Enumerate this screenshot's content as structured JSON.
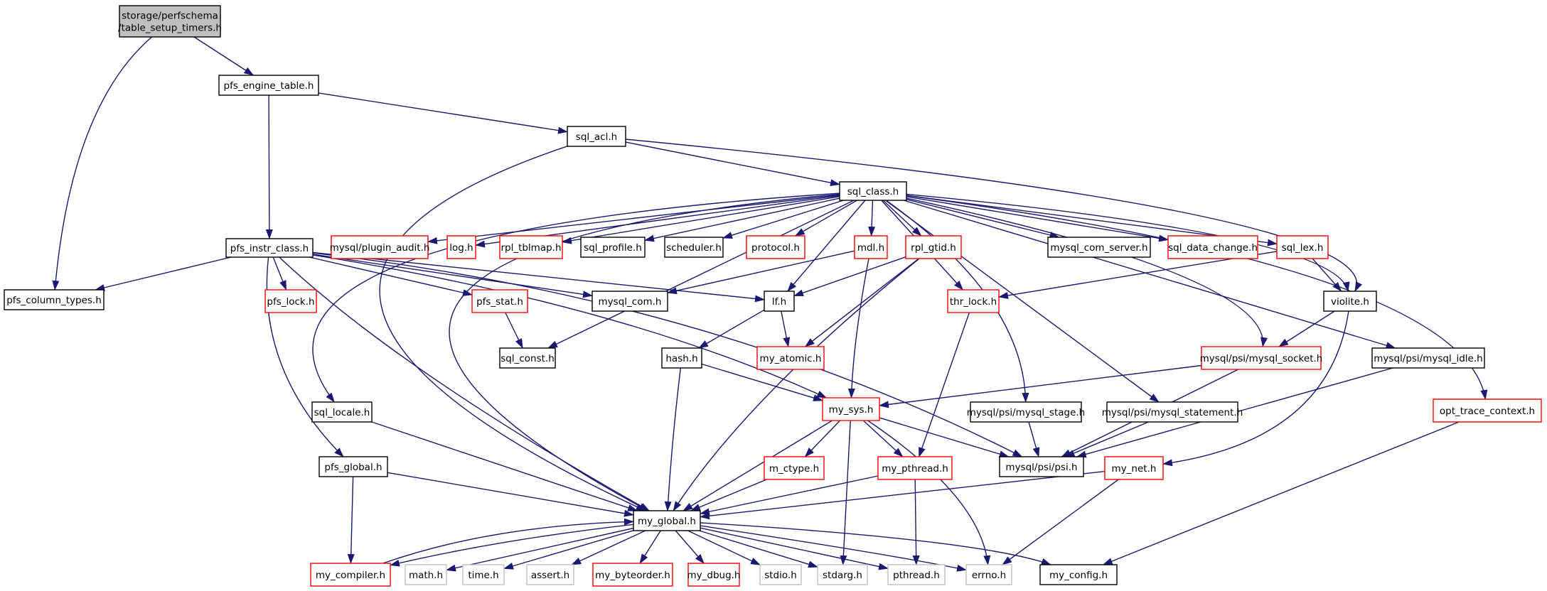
{
  "colors": {
    "edge": "#191970",
    "arrow": "#191970",
    "root_fill": "#bfbfbf",
    "border_normal": "#000000",
    "border_truncated": "#ff0000",
    "border_external": "#bfbfbf",
    "node_fill": "#ffffff"
  },
  "nodes": [
    {
      "id": "root",
      "lines": [
        "storage/perfschema",
        "/table_setup_timers.h"
      ],
      "style": "root"
    },
    {
      "id": "pfs_engine_table",
      "lines": [
        "pfs_engine_table.h"
      ],
      "style": "normal"
    },
    {
      "id": "sql_acl",
      "lines": [
        "sql_acl.h"
      ],
      "style": "normal"
    },
    {
      "id": "sql_class",
      "lines": [
        "sql_class.h"
      ],
      "style": "normal"
    },
    {
      "id": "pfs_instr_class",
      "lines": [
        "pfs_instr_class.h"
      ],
      "style": "normal"
    },
    {
      "id": "mysql_plugin_audit",
      "lines": [
        "mysql/plugin_audit.h"
      ],
      "style": "truncated"
    },
    {
      "id": "log",
      "lines": [
        "log.h"
      ],
      "style": "truncated"
    },
    {
      "id": "rpl_tblmap",
      "lines": [
        "rpl_tblmap.h"
      ],
      "style": "truncated"
    },
    {
      "id": "sql_profile",
      "lines": [
        "sql_profile.h"
      ],
      "style": "normal"
    },
    {
      "id": "scheduler",
      "lines": [
        "scheduler.h"
      ],
      "style": "normal"
    },
    {
      "id": "protocol",
      "lines": [
        "protocol.h"
      ],
      "style": "truncated"
    },
    {
      "id": "mdl",
      "lines": [
        "mdl.h"
      ],
      "style": "truncated"
    },
    {
      "id": "rpl_gtid",
      "lines": [
        "rpl_gtid.h"
      ],
      "style": "truncated"
    },
    {
      "id": "mysql_com_server",
      "lines": [
        "mysql_com_server.h"
      ],
      "style": "normal"
    },
    {
      "id": "sql_data_change",
      "lines": [
        "sql_data_change.h"
      ],
      "style": "truncated"
    },
    {
      "id": "sql_lex",
      "lines": [
        "sql_lex.h"
      ],
      "style": "truncated"
    },
    {
      "id": "pfs_column_types",
      "lines": [
        "pfs_column_types.h"
      ],
      "style": "normal"
    },
    {
      "id": "pfs_lock",
      "lines": [
        "pfs_lock.h"
      ],
      "style": "truncated"
    },
    {
      "id": "pfs_stat",
      "lines": [
        "pfs_stat.h"
      ],
      "style": "truncated"
    },
    {
      "id": "mysql_com",
      "lines": [
        "mysql_com.h"
      ],
      "style": "normal"
    },
    {
      "id": "lf",
      "lines": [
        "lf.h"
      ],
      "style": "normal"
    },
    {
      "id": "thr_lock",
      "lines": [
        "thr_lock.h"
      ],
      "style": "truncated"
    },
    {
      "id": "violite",
      "lines": [
        "violite.h"
      ],
      "style": "normal"
    },
    {
      "id": "sql_const",
      "lines": [
        "sql_const.h"
      ],
      "style": "normal"
    },
    {
      "id": "hash",
      "lines": [
        "hash.h"
      ],
      "style": "normal"
    },
    {
      "id": "my_atomic",
      "lines": [
        "my_atomic.h"
      ],
      "style": "truncated"
    },
    {
      "id": "mysql_psi_mysql_socket",
      "lines": [
        "mysql/psi/mysql_socket.h"
      ],
      "style": "truncated"
    },
    {
      "id": "mysql_psi_mysql_idle",
      "lines": [
        "mysql/psi/mysql_idle.h"
      ],
      "style": "normal"
    },
    {
      "id": "sql_locale",
      "lines": [
        "sql_locale.h"
      ],
      "style": "normal"
    },
    {
      "id": "my_sys",
      "lines": [
        "my_sys.h"
      ],
      "style": "truncated"
    },
    {
      "id": "mysql_psi_mysql_stage",
      "lines": [
        "mysql/psi/mysql_stage.h"
      ],
      "style": "normal"
    },
    {
      "id": "mysql_psi_mysql_statement",
      "lines": [
        "mysql/psi/mysql_statement.h"
      ],
      "style": "normal"
    },
    {
      "id": "opt_trace_context",
      "lines": [
        "opt_trace_context.h"
      ],
      "style": "truncated"
    },
    {
      "id": "pfs_global",
      "lines": [
        "pfs_global.h"
      ],
      "style": "normal"
    },
    {
      "id": "m_ctype",
      "lines": [
        "m_ctype.h"
      ],
      "style": "truncated"
    },
    {
      "id": "my_pthread",
      "lines": [
        "my_pthread.h"
      ],
      "style": "truncated"
    },
    {
      "id": "mysql_psi_psi",
      "lines": [
        "mysql/psi/psi.h"
      ],
      "style": "normal"
    },
    {
      "id": "my_net",
      "lines": [
        "my_net.h"
      ],
      "style": "truncated"
    },
    {
      "id": "my_global",
      "lines": [
        "my_global.h"
      ],
      "style": "normal"
    },
    {
      "id": "my_compiler",
      "lines": [
        "my_compiler.h"
      ],
      "style": "truncated"
    },
    {
      "id": "math",
      "lines": [
        "math.h"
      ],
      "style": "external"
    },
    {
      "id": "time",
      "lines": [
        "time.h"
      ],
      "style": "external"
    },
    {
      "id": "assert",
      "lines": [
        "assert.h"
      ],
      "style": "external"
    },
    {
      "id": "my_byteorder",
      "lines": [
        "my_byteorder.h"
      ],
      "style": "truncated"
    },
    {
      "id": "my_dbug",
      "lines": [
        "my_dbug.h"
      ],
      "style": "truncated"
    },
    {
      "id": "stdio",
      "lines": [
        "stdio.h"
      ],
      "style": "external"
    },
    {
      "id": "stdarg",
      "lines": [
        "stdarg.h"
      ],
      "style": "external"
    },
    {
      "id": "pthread",
      "lines": [
        "pthread.h"
      ],
      "style": "external"
    },
    {
      "id": "errno",
      "lines": [
        "errno.h"
      ],
      "style": "external"
    },
    {
      "id": "my_config",
      "lines": [
        "my_config.h"
      ],
      "style": "normal"
    }
  ],
  "edges": [
    [
      "root",
      "pfs_engine_table"
    ],
    [
      "root",
      "pfs_column_types"
    ],
    [
      "pfs_engine_table",
      "sql_acl"
    ],
    [
      "pfs_engine_table",
      "pfs_instr_class"
    ],
    [
      "sql_acl",
      "sql_class"
    ],
    [
      "sql_acl",
      "my_global"
    ],
    [
      "sql_acl",
      "violite"
    ],
    [
      "sql_class",
      "mysql_plugin_audit"
    ],
    [
      "sql_class",
      "log"
    ],
    [
      "sql_class",
      "rpl_tblmap"
    ],
    [
      "sql_class",
      "sql_profile"
    ],
    [
      "sql_class",
      "scheduler"
    ],
    [
      "sql_class",
      "protocol"
    ],
    [
      "sql_class",
      "mdl"
    ],
    [
      "sql_class",
      "rpl_gtid"
    ],
    [
      "sql_class",
      "mysql_com_server"
    ],
    [
      "sql_class",
      "sql_data_change"
    ],
    [
      "sql_class",
      "sql_lex"
    ],
    [
      "sql_class",
      "thr_lock"
    ],
    [
      "sql_class",
      "violite"
    ],
    [
      "sql_class",
      "sql_const"
    ],
    [
      "sql_class",
      "sql_locale"
    ],
    [
      "sql_class",
      "my_global"
    ],
    [
      "sql_class",
      "mysql_psi_mysql_socket"
    ],
    [
      "sql_class",
      "mysql_psi_mysql_idle"
    ],
    [
      "sql_class",
      "mysql_psi_mysql_stage"
    ],
    [
      "sql_class",
      "mysql_psi_mysql_statement"
    ],
    [
      "sql_class",
      "opt_trace_context"
    ],
    [
      "sql_class",
      "lf"
    ],
    [
      "pfs_instr_class",
      "pfs_column_types"
    ],
    [
      "pfs_instr_class",
      "pfs_lock"
    ],
    [
      "pfs_instr_class",
      "pfs_stat"
    ],
    [
      "pfs_instr_class",
      "mysql_com"
    ],
    [
      "pfs_instr_class",
      "lf"
    ],
    [
      "pfs_instr_class",
      "my_sys"
    ],
    [
      "pfs_instr_class",
      "mysql_psi_psi"
    ],
    [
      "pfs_instr_class",
      "pfs_global"
    ],
    [
      "pfs_instr_class",
      "my_global"
    ],
    [
      "mdl",
      "mysql_com"
    ],
    [
      "mdl",
      "my_sys"
    ],
    [
      "rpl_gtid",
      "lf"
    ],
    [
      "rpl_gtid",
      "my_atomic"
    ],
    [
      "rpl_gtid",
      "my_global"
    ],
    [
      "sql_lex",
      "thr_lock"
    ],
    [
      "sql_lex",
      "violite"
    ],
    [
      "pfs_stat",
      "sql_const"
    ],
    [
      "lf",
      "hash"
    ],
    [
      "lf",
      "my_atomic"
    ],
    [
      "thr_lock",
      "my_pthread"
    ],
    [
      "violite",
      "mysql_psi_mysql_socket"
    ],
    [
      "violite",
      "my_net"
    ],
    [
      "hash",
      "my_sys"
    ],
    [
      "hash",
      "my_global"
    ],
    [
      "mysql_psi_mysql_socket",
      "my_sys"
    ],
    [
      "mysql_psi_mysql_socket",
      "mysql_psi_psi"
    ],
    [
      "mysql_psi_mysql_idle",
      "mysql_psi_psi"
    ],
    [
      "sql_locale",
      "my_global"
    ],
    [
      "my_sys",
      "my_global"
    ],
    [
      "my_sys",
      "m_ctype"
    ],
    [
      "my_sys",
      "my_pthread"
    ],
    [
      "my_sys",
      "mysql_psi_psi"
    ],
    [
      "my_sys",
      "stdarg"
    ],
    [
      "my_sys",
      "errno"
    ],
    [
      "mysql_psi_mysql_stage",
      "mysql_psi_psi"
    ],
    [
      "mysql_psi_mysql_statement",
      "mysql_psi_psi"
    ],
    [
      "opt_trace_context",
      "my_config"
    ],
    [
      "pfs_global",
      "my_global"
    ],
    [
      "pfs_global",
      "my_compiler"
    ],
    [
      "m_ctype",
      "my_global"
    ],
    [
      "my_pthread",
      "my_global"
    ],
    [
      "my_pthread",
      "pthread"
    ],
    [
      "my_net",
      "my_global"
    ],
    [
      "my_net",
      "errno"
    ],
    [
      "my_global",
      "my_compiler"
    ],
    [
      "my_compiler",
      "my_global"
    ],
    [
      "my_global",
      "math"
    ],
    [
      "my_global",
      "time"
    ],
    [
      "my_global",
      "assert"
    ],
    [
      "my_global",
      "my_byteorder"
    ],
    [
      "my_global",
      "my_dbug"
    ],
    [
      "my_global",
      "stdio"
    ],
    [
      "my_global",
      "stdarg"
    ],
    [
      "my_global",
      "pthread"
    ],
    [
      "my_global",
      "errno"
    ],
    [
      "my_global",
      "my_config"
    ]
  ]
}
